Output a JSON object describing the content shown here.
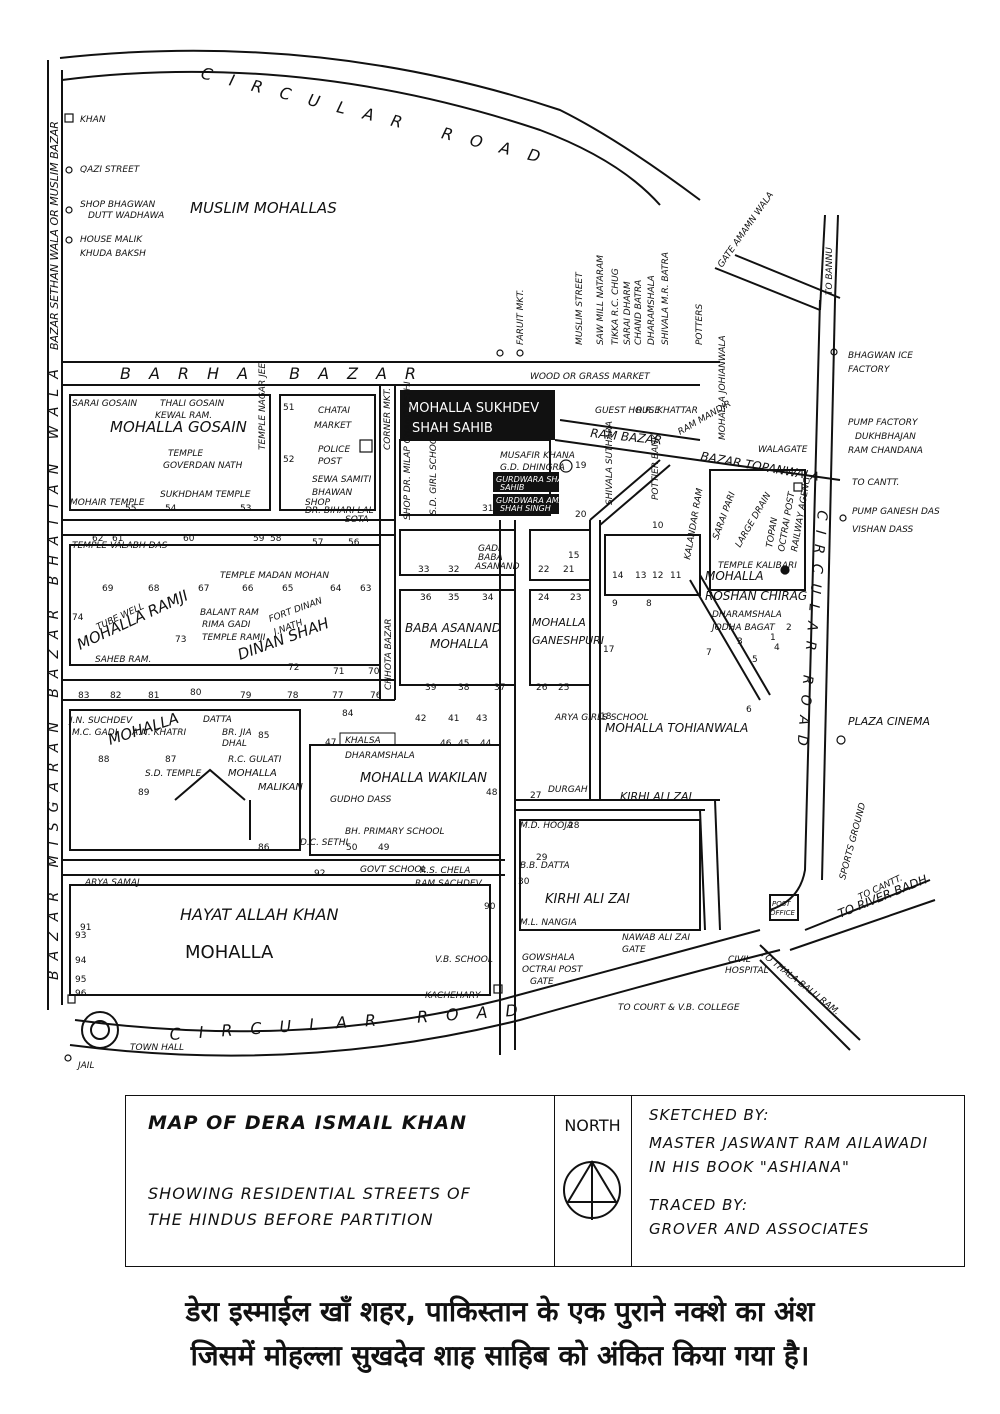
{
  "map": {
    "roads": {
      "circular_top": "CIRCULAR ROAD",
      "circular_bottom": "CIRCULAR ROAD",
      "circular_right": "CIRCULAR ROAD",
      "barha_bazar": "BARHA BAZAR",
      "ram_bazar": "RAM BAZAR",
      "bazar_topanwala": "BAZAR TOPANWALA",
      "left_bazar": "BAZAR MISGARAN BAZAR BHATIAN WALA",
      "left_bazar_top": "BAZAR SETHAN WALA OR MUSLIM BAZAR",
      "chhota_bazar": "CHHOTA BAZAR",
      "mohalla_johianwala": "MOHALLA JOHIANWALA",
      "gate_amamn": "GATE AMAMN WALA",
      "to_bannu": "TO BANNU",
      "to_cantt": "TO CANTT.",
      "to_cantt2": "TO CANTT.",
      "to_river_badh": "TO RIVER BADH",
      "to_thala": "TO THALA BALU RAM.",
      "to_court": "TO COURT & V.B. COLLEGE"
    },
    "mohallas": {
      "muslim": "MUSLIM MOHALLAS",
      "sukhdev_line1": "MOHALLA SUKHDEV",
      "sukhdev_line2": "SHAH SAHIB",
      "gosain": "MOHALLA GOSAIN",
      "ramji": "MOHALLA RAMJI",
      "dinan_shah": "DINAN SHAH",
      "baba_asanand": "BABA ASANAND",
      "baba_asanand2": "MOHALLA",
      "ganeshpuri": "MOHALLA",
      "ganeshpuri2": "GANESHPURI",
      "roshan1": "MOHALLA",
      "roshan2": "ROSHAN CHIRAG",
      "tohianwala": "MOHALLA TOHIANWALA",
      "mohalla_left": "MOHALLA",
      "wakilan": "MOHALLA WAKILAN",
      "malikan1": "MOHALLA",
      "malikan2": "MALIKAN",
      "kirhi1": "KIRHI ALI ZAI",
      "kirhi2": "KIRHI ALI ZAI",
      "hayat1": "HAYAT ALLAH KHAN",
      "hayat2": "MOHALLA"
    },
    "places": {
      "khan": "KHAN",
      "qazi": "QAZI STREET",
      "shop_bhagwan1": "SHOP BHAGWAN",
      "shop_bhagwan2": "DUTT WADHAWA",
      "house_malik1": "HOUSE MALIK",
      "house_malik2": "KHUDA BAKSH",
      "farut": "FARUIT MKT.",
      "muslim_street": "MUSLIM STREET",
      "saw_mill": "SAW MILL NATARAM",
      "tikka": "TIKKA R.C. CHUG",
      "sarai_dharm": "SARAI DHARM",
      "chand_batra": "CHAND BATRA",
      "dharamshala": "DHARAMSHALA",
      "shivala": "SHIVALA M.R. BATRA",
      "potters": "POTTERS",
      "bhagwan_ice1": "BHAGWAN ICE",
      "bhagwan_ice2": "FACTORY",
      "pump1": "PUMP FACTORY",
      "pump2": "DUKHBHAJAN",
      "pump3": "RAM CHANDANA",
      "pump_ganesh1": "PUMP GANESH DAS",
      "pump_ganesh2": "VISHAN DASS",
      "wood": "WOOD OR GRASS MARKET",
      "guest": "GUEST HOUSE",
      "khattar": "R.R. KHATTAR",
      "walagate": "WALAGATE",
      "sarai_gosain": "SARAI GOSAIN",
      "thali": "THALI GOSAIN",
      "kewal": "KEWAL RAM.",
      "chatai1": "CHATAI",
      "chatai2": "MARKET",
      "corner": "CORNER MKT.",
      "police1": "POLICE",
      "police2": "POST",
      "sewa1": "SEWA SAMITI",
      "sewa2": "BHAWAN",
      "temple_gov1": "TEMPLE",
      "temple_gov2": "GOVERDAN NATH",
      "temple_nagar": "TEMPLE NAGAR JEE",
      "sukhdham": "SUKHDHAM TEMPLE",
      "mohair": "MOHAIR TEMPLE",
      "shop_dr1": "SHOP",
      "shop_dr2": "DR. BIHARI LAL",
      "shop_dr3": "SOTA",
      "shop_milap": "SHOP DR. MILAP CHAND SETHI",
      "sd_girl": "S.D. GIRL SCHOOL",
      "musafir1": "MUSAFIR KHANA",
      "musafir2": "G.D. DHINGRA",
      "gurdwara1a": "GURDWARA SHAH",
      "gurdwara1b": "SAHIB",
      "gurdwara2a": "GURDWARA AMAR",
      "gurdwara2b": "SHAH SINGH",
      "shivala_suthara": "SHIVALA SUTHARA",
      "pottier_bank": "POTTIER BANK",
      "ram_mandir": "RAM MANDIR",
      "temple_valabh": "TEMPLE VALABH DAS",
      "temple_madan": "TEMPLE MADAN MOHAN",
      "gadi1": "GADI",
      "gadi2": "BABA",
      "gadi3": "ASANAND",
      "sarai_pari": "SARAI PARI",
      "large_drain": "LARGE DRAIN",
      "temple_kalibari": "TEMPLE KALIBARI",
      "tubewell": "TUBE WELL",
      "saheb_ram": "SAHEB RAM.",
      "balant": "BALANT RAM",
      "rima_gadi": "RIMA GADI",
      "temple_ramji": "TEMPLE RAMJI",
      "fort_dinan": "FORT DINAN",
      "j_nath": "J.NATH",
      "dharamshala2": "DHARAMSHALA",
      "jodha_bagat": "JODHA BAGAT",
      "jn_suchdev": "J.N. SUCHDEV",
      "mc_gadi": "M.C. GADI",
      "an_khatri": "A.N. KHATRI",
      "datta": "DATTA",
      "br_jia": "BR. JIA",
      "dhal": "DHAL",
      "khalsa": "KHALSA",
      "dharamshala3": "DHARAMSHALA",
      "arya_girls": "ARYA GIRLS SCHOOL",
      "sd_temple": "S.D. TEMPLE",
      "rc_gulati": "R.C. GULATI",
      "gudho": "GUDHO DASS",
      "durgah": "DURGAH",
      "mohalla_hooja": "M.D. HOOJA",
      "bh_primary": "BH. PRIMARY SCHOOL",
      "dc_sethi": "D.C. SETHI",
      "govt_school": "GOVT SCHOOL",
      "rs_chela1": "R.S. CHELA",
      "rs_chela2": "RAM SACHDEV",
      "bb_datta": "B.B. DATTA",
      "arya_samaj": "ARYA SAMAJ",
      "ml_nangia": "M.L. NANGIA",
      "vb_school": "V.B. SCHOOL",
      "goshala1": "GOWSHALA",
      "goshala2": "OCTRAI POST",
      "goshala3": "GATE",
      "kachehary": "KACHEHARY",
      "nawab1": "NAWAB ALI ZAI",
      "nawab2": "GATE",
      "civil1": "CIVIL",
      "civil2": "HOSPITAL",
      "plaza": "PLAZA CINEMA",
      "sports": "SPORTS GROUND",
      "post_office1": "POST",
      "post_office2": "OFFICE",
      "townhall": "TOWN HALL",
      "jail": "JAIL",
      "topan1": "TOPAN",
      "topan2": "OCTRAI POST",
      "topan3": "RAILWAY AGENCY",
      "kalandar": "KALANDAR RAM"
    },
    "numbers": [
      "51",
      "52",
      "55",
      "54",
      "53",
      "60",
      "59",
      "58",
      "57",
      "56",
      "62",
      "61",
      "69",
      "68",
      "67",
      "66",
      "65",
      "64",
      "63",
      "74",
      "73",
      "72",
      "71",
      "70",
      "83",
      "82",
      "81",
      "80",
      "79",
      "78",
      "77",
      "76",
      "85",
      "84",
      "88",
      "87",
      "89",
      "86",
      "47",
      "46",
      "45",
      "44",
      "42",
      "41",
      "43",
      "48",
      "33",
      "32",
      "36",
      "35",
      "34",
      "31",
      "39",
      "38",
      "37",
      "22",
      "21",
      "24",
      "23",
      "26",
      "25",
      "15",
      "17",
      "18",
      "19",
      "20",
      "14",
      "13",
      "12",
      "11",
      "9",
      "8",
      "10",
      "7",
      "3",
      "6",
      "5",
      "4",
      "1",
      "2",
      "27",
      "28",
      "29",
      "30",
      "90",
      "91",
      "92",
      "93",
      "94",
      "95",
      "96",
      "49",
      "50"
    ]
  },
  "legend": {
    "title": "MAP OF DERA ISMAIL KHAN",
    "sub1": "SHOWING RESIDENTIAL STREETS OF",
    "sub2": "THE HINDUS BEFORE PARTITION",
    "north": "NORTH",
    "credit1": "SKETCHED BY:",
    "credit2": "MASTER JASWANT RAM AILAWADI",
    "credit3": "IN HIS BOOK \"ASHIANA\"",
    "credit4": "TRACED BY:",
    "credit5": "GROVER AND ASSOCIATES"
  },
  "caption": {
    "line1": "डेरा इस्माईल खाँ शहर, पाकिस्तान के एक पुराने नक्शे का अंश",
    "line2": "जिसमें मोहल्ला सुखदेव शाह साहिब को अंकित किया गया है।"
  }
}
